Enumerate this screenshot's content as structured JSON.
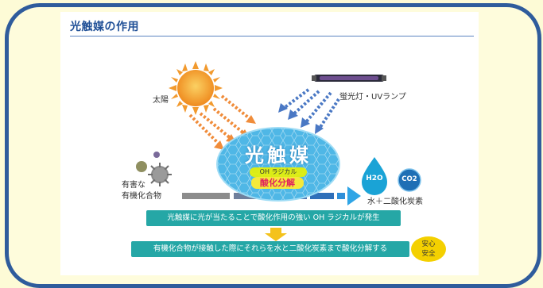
{
  "title": "光触媒の作用",
  "labels": {
    "sun": "太陽",
    "lamp": "蛍光灯・UVランプ",
    "catalyst": "光触媒",
    "oh_radical": "OH ラジカル",
    "decomposition": "酸化分解",
    "hazard_line1": "有害な",
    "hazard_line2": "有機化合物",
    "water": "H2O",
    "co2": "CO2",
    "products": "水＋二酸化炭素"
  },
  "banners": {
    "step1": "光触媒に光が当たることで酸化作用の強い OH ラジカルが発生",
    "step2": "有機化合物が接触した際にそれらを水と二酸化炭素まで酸化分解する"
  },
  "badge": {
    "line1": "安心",
    "line2": "安全"
  },
  "colors": {
    "frame": "#2f5c9c",
    "title": "#1f4f96",
    "banner": "#25a7a6",
    "sun": "#f29a2e",
    "sun_arrow": "#f08c3a",
    "uv_arrow": "#4a78c4",
    "drop": "#1aa3d6",
    "arrow_flow": "#3a6fb6",
    "badge": "#f4d000"
  }
}
